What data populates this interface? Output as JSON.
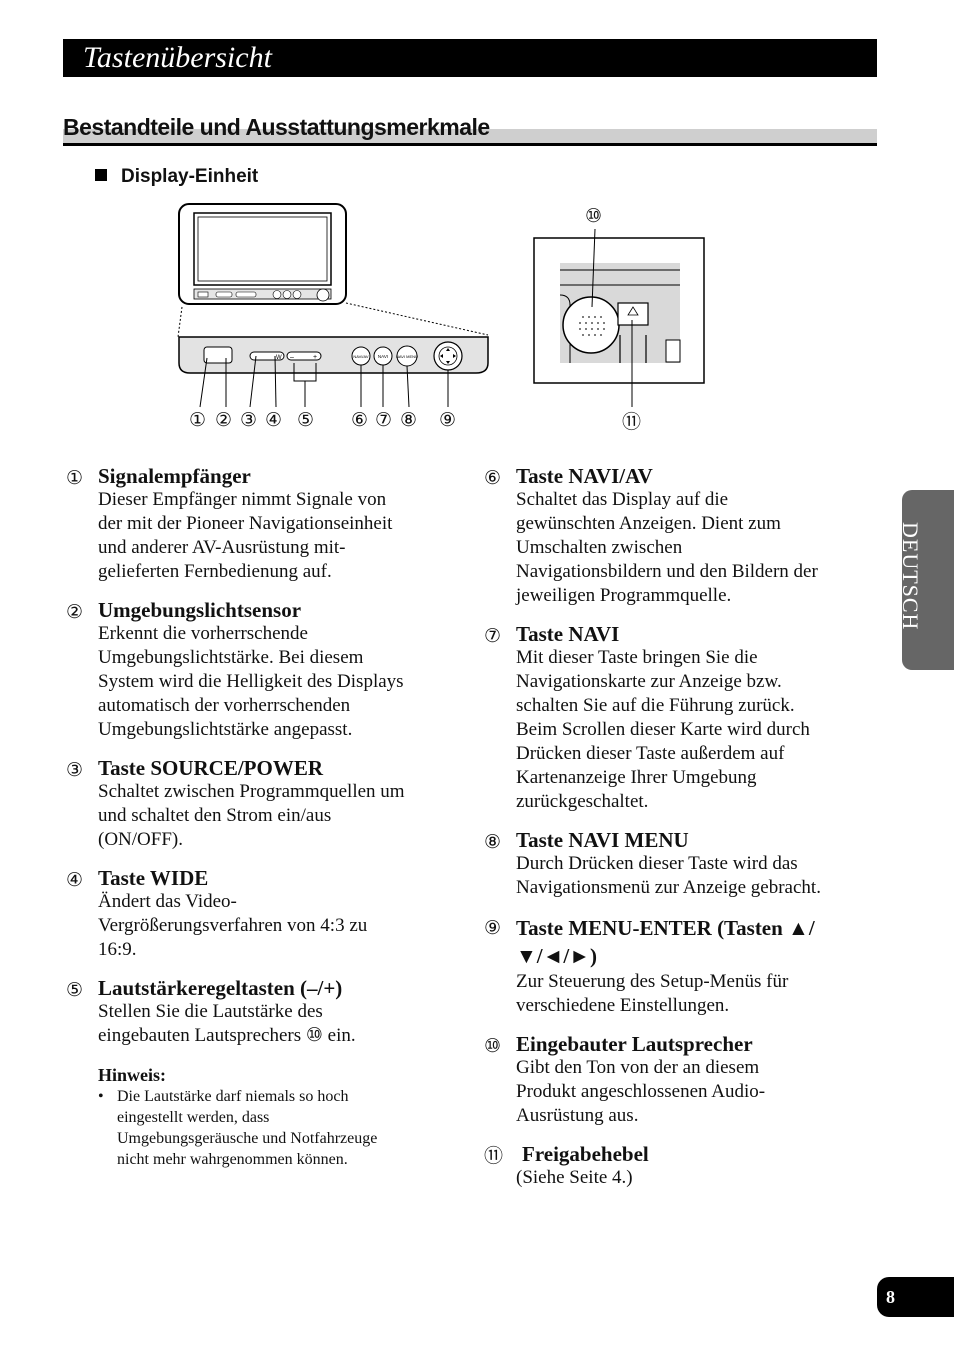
{
  "page_title": "Tastenübersicht",
  "section_title": "Bestandteile und Ausstattungsmerkmale",
  "subsection_title": "Display-Einheit",
  "diagram_labels": [
    "①",
    "②",
    "③",
    "④",
    "⑤",
    "⑥",
    "⑦",
    "⑧",
    "⑨",
    "⑩",
    "⑪"
  ],
  "diagram_button_texts": [
    "NAVI/AV",
    "NAVI",
    "NAVI MENU",
    "W",
    "–",
    "+"
  ],
  "items": [
    {
      "num": "①",
      "head": "Signalempfänger",
      "desc": "Dieser Empfänger nimmt Signale von der mit der Pioneer Navigationseinheit und anderer AV-Ausrüstung mit-gelieferten Fernbedienung auf."
    },
    {
      "num": "②",
      "head": "Umgebungslichtsensor",
      "desc": "Erkennt die vorherrschende Umgebungslichtstärke. Bei diesem System wird die Helligkeit des Displays automatisch der vorherrschenden Umgebungslichtstärke angepasst."
    },
    {
      "num": "③",
      "head": "Taste SOURCE/POWER",
      "desc": "Schaltet zwischen Programmquellen um und schaltet den Strom ein/aus (ON/OFF)."
    },
    {
      "num": "④",
      "head": "Taste WIDE",
      "desc": "Ändert das Video-Vergrößerungsverfahren von 4:3 zu 16:9."
    },
    {
      "num": "⑤",
      "head": "Lautstärkeregeltasten (–/+)",
      "desc": "Stellen Sie die Lautstärke des eingebauten Lautsprechers ⑩ ein."
    },
    {
      "num": "⑥",
      "head": "Taste NAVI/AV",
      "desc": "Schaltet das Display auf die gewünschten Anzeigen. Dient zum Umschalten zwischen Navigationsbildern und den Bildern der jeweiligen Programmquelle."
    },
    {
      "num": "⑦",
      "head": "Taste NAVI",
      "desc": "Mit dieser Taste bringen Sie die Navigationskarte zur Anzeige bzw. schalten Sie auf die Führung zurück. Beim Scrollen dieser Karte wird durch Drücken dieser Taste außerdem auf Kartenanzeige Ihrer Umgebung zurückgeschaltet."
    },
    {
      "num": "⑧",
      "head": "Taste NAVI MENU",
      "desc": "Durch Drücken dieser Taste wird das Navigationsmenü zur Anzeige gebracht."
    },
    {
      "num": "⑨",
      "head": "Taste MENU-ENTER (Tasten ▲/▼/◄/►)",
      "desc": "Zur Steuerung des Setup-Menüs für verschiedene Einstellungen."
    },
    {
      "num": "⑩",
      "head": "Eingebauter Lautsprecher",
      "desc": "Gibt den Ton von der an diesem Produkt angeschlossenen Audio-Ausrüstung aus."
    },
    {
      "num": "⑪",
      "head": "Freigabehebel",
      "desc": "(Siehe Seite 4.)"
    }
  ],
  "note": {
    "heading": "Hinweis:",
    "bullet": "•",
    "text": "Die Lautstärke darf niemals so hoch eingestellt werden, dass Umgebungsgeräusche und Notfahrzeuge nicht mehr wahrgenommen können."
  },
  "side_tab_label": "DEUTSCH",
  "page_number": "8"
}
